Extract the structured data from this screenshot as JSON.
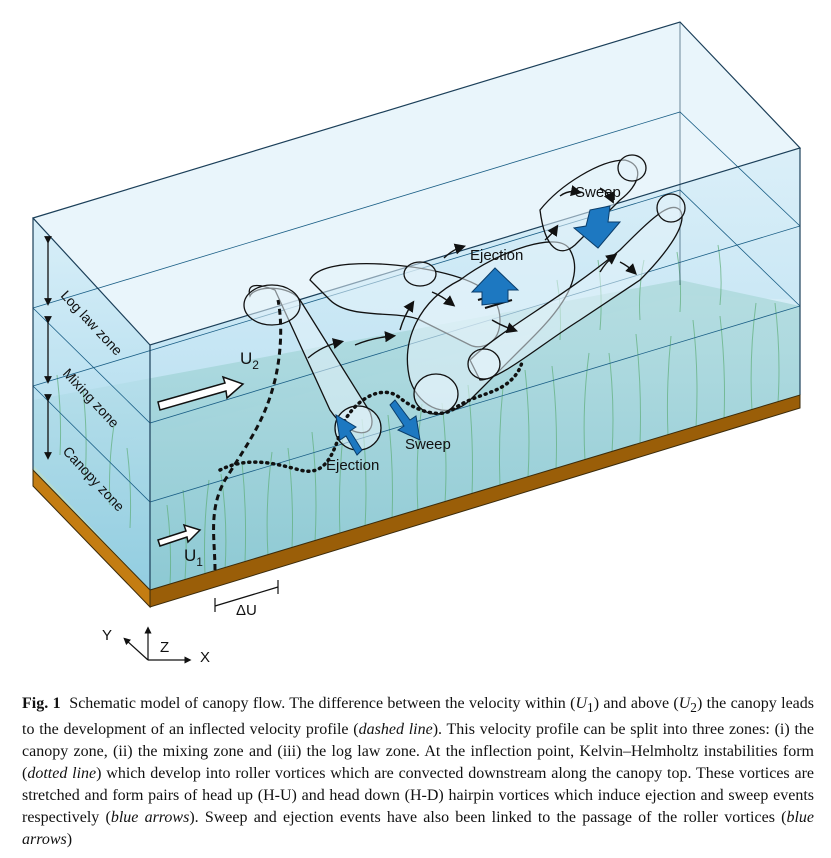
{
  "diagram": {
    "zones": [
      "Log law zone",
      "Mixing zone",
      "Canopy zone"
    ],
    "velocity_above": "U",
    "velocity_above_sub": "2",
    "velocity_within": "U",
    "velocity_within_sub": "1",
    "delta_u": "ΔU",
    "events": {
      "ejection_lower": "Ejection",
      "sweep_lower": "Sweep",
      "ejection_upper": "Ejection",
      "sweep_upper": "Sweep"
    },
    "axes": {
      "x": "X",
      "y": "Y",
      "z": "Z"
    }
  },
  "caption": {
    "label": "Fig. 1",
    "parts": [
      {
        "t": "Schematic model of canopy flow. The difference between the velocity within ("
      },
      {
        "t": "U",
        "i": true
      },
      {
        "t": "1",
        "sub": true
      },
      {
        "t": ") and above ("
      },
      {
        "t": "U",
        "i": true
      },
      {
        "t": "2",
        "sub": true
      },
      {
        "t": ") the canopy leads to the development of an inflected velocity profile ("
      },
      {
        "t": "dashed line",
        "i": true
      },
      {
        "t": "). This velocity profile can be split into three zones: (i) the canopy zone, (ii) the mixing zone and (iii) the log law zone. At the inflection point, Kelvin–Helmholtz instabilities form ("
      },
      {
        "t": "dotted line",
        "i": true
      },
      {
        "t": ") which develop into roller vortices which are convected downstream along the canopy top. These vortices are stretched and form pairs of head up (H-U) and head down (H-D) hairpin vortices which induce ejection and sweep events respectively ("
      },
      {
        "t": "blue arrows",
        "i": true
      },
      {
        "t": "). Sweep and ejection events have also been linked to the passage of the roller vortices ("
      },
      {
        "t": "blue arrows",
        "i": true
      },
      {
        "t": ")"
      }
    ]
  }
}
